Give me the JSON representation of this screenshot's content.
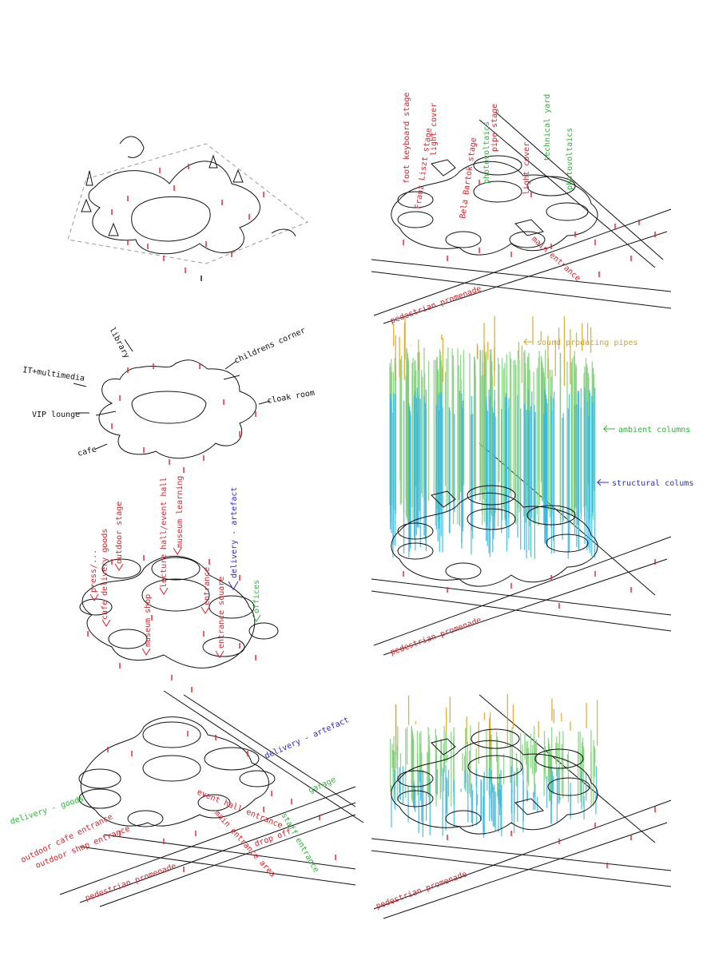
{
  "colors": {
    "red": "#d8232a",
    "black": "#111111",
    "green": "#2fb53a",
    "blue": "#2a2ad0",
    "yellow": "#d9a418",
    "cyan": "#3cb8e0",
    "lightgreen": "#7fd07a"
  },
  "panel2": {
    "library": "library",
    "childrens_corner": "childrens corner",
    "it_multimedia": "IT+multimedia",
    "cloak_room": "cloak room",
    "vip_lounge": "VIP lounge",
    "cafe": "cafe"
  },
  "panel3": {
    "press": "press/...",
    "cafe_delivery": "cafe delivery goods",
    "outdoor_stage": "outdoor stage",
    "lecture_hall": "lecture hall/event hall",
    "museum_learning": "museum learning",
    "delivery_artefact": "delivery - artefact",
    "museum_shop": "museum shop",
    "entrance": "entrance",
    "entrance_square": "entrance square",
    "offices": "offices"
  },
  "panel4": {
    "delivery_artefact": "delivery - artefact",
    "garage": "garage",
    "delivery_goods": "delivery - goods",
    "event_hall_entrance": "event hall entrance",
    "outdoor_cafe_entrance": "outdoor cafe entrance",
    "staff_entrance": "staff entrance",
    "outdoor_shop_entrance": "outdoor shop entrance",
    "main_entrance_area": "main entrance area",
    "drop_off": "drop off",
    "pedestrian_promenade": "pedestrian promenade"
  },
  "panel5": {
    "foot_keyboard_stage": "foot keyboard stage",
    "franz_liszt_stage": "Franz Liszt stage",
    "light_cover": "light cover",
    "photovoltaics_1": "photovoltaics",
    "pipe_stage": "pipe stage",
    "technical_yard": "technical yard",
    "photovoltaics_2": "photovoltaics",
    "bela_bartok_stage": "Bela Bartok stage",
    "light_cover_2": "light cover",
    "main_entrance": "main entrance",
    "pedestrian_promenade": "pedestrian promenade"
  },
  "panel6": {
    "sound_pipes": "sound producing pipes",
    "ambient_columns": "ambient columns",
    "structural_columns": "structural colums",
    "pedestrian_promenade": "pedestrian promenade"
  },
  "panel7": {
    "pedestrian_promenade": "pedestrian promenade"
  }
}
